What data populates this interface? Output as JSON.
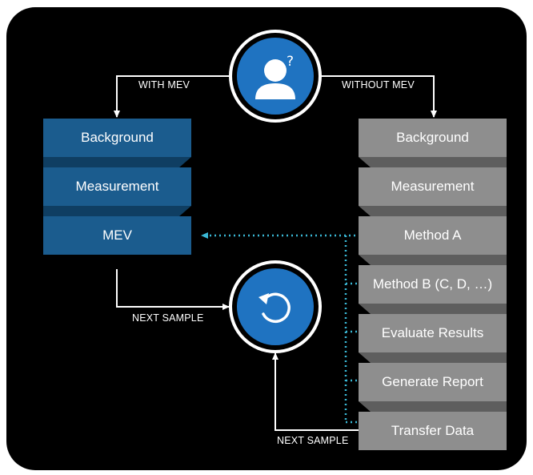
{
  "labels": {
    "with_mev": "WITH MEV",
    "without_mev": "WITHOUT MEV",
    "next_sample_left": "NEXT SAMPLE",
    "next_sample_bottom": "NEXT SAMPLE"
  },
  "left_column": {
    "color": "#1b5c8e",
    "items": [
      "Background",
      "Measurement",
      "MEV"
    ]
  },
  "right_column": {
    "color": "#8e8e8e",
    "items": [
      "Background",
      "Measurement",
      "Method A",
      "Method B (C, D, …)",
      "Evaluate Results",
      "Generate Report",
      "Transfer Data"
    ]
  },
  "icons": {
    "top": "user-question-icon",
    "center": "refresh-icon"
  },
  "colors": {
    "background": "#000000",
    "circle_fill": "#1f73c1",
    "dotted_line": "#3ab7d4",
    "arrow": "#ffffff"
  }
}
